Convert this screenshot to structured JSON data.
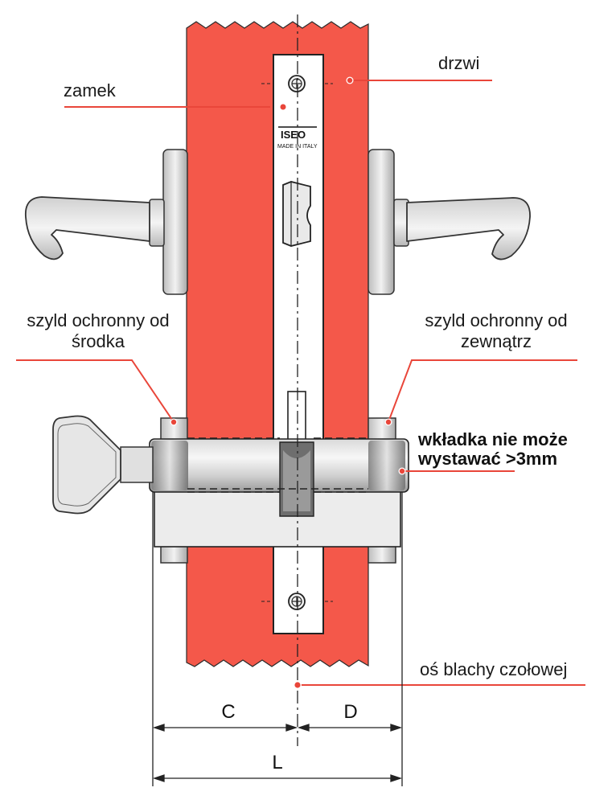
{
  "labels": {
    "lock": "zamek",
    "door": "drzwi",
    "inner_plate_line1": "szyld ochronny od",
    "inner_plate_line2": "środka",
    "outer_plate_line1": "szyld ochronny od",
    "outer_plate_line2": "zewnątrz",
    "cylinder_line1": "wkładka nie może",
    "cylinder_line2": "wystawać >3mm",
    "faceplate_axis": "oś blachy czołowej"
  },
  "lock_plate": {
    "brand": "ISEO",
    "made_in": "MADE IN ITALY"
  },
  "dimensions": {
    "c": "C",
    "d": "D",
    "l": "L"
  },
  "colors": {
    "door": "#F4584A",
    "callout_line": "#E9463A",
    "metal_light": "#E6E6E6",
    "metal_dark": "#8A8A8A"
  }
}
